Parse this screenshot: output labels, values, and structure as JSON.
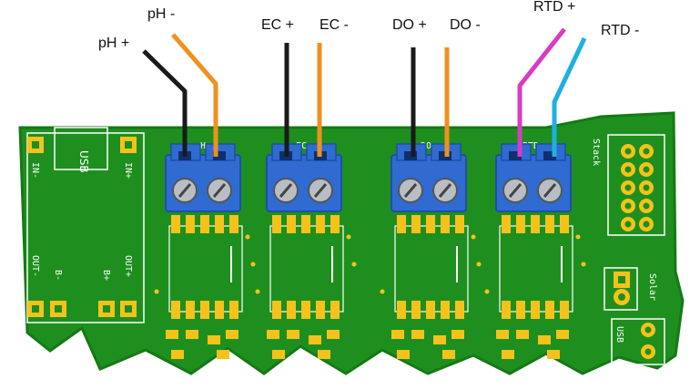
{
  "colors": {
    "board": "#1e8f1e",
    "board_edge": "#157a15",
    "pad": "#f5c21b",
    "terminal": "#2f6bd1",
    "terminal_dark": "#1e4fa8",
    "screw": "#b9bec4",
    "wire_black": "#1a1a1a",
    "wire_orange": "#f0901e",
    "wire_magenta": "#d63cc6",
    "wire_cyan": "#1fb0e0",
    "silk": "#ffffff"
  },
  "wires": [
    {
      "label": "pH +",
      "color": "black"
    },
    {
      "label": "pH -",
      "color": "orange"
    },
    {
      "label": "EC +",
      "color": "black"
    },
    {
      "label": "EC -",
      "color": "orange"
    },
    {
      "label": "DO +",
      "color": "black"
    },
    {
      "label": "DO -",
      "color": "orange"
    },
    {
      "label": "RTD +",
      "color": "magenta"
    },
    {
      "label": "RTD -",
      "color": "cyan"
    }
  ],
  "silkscreen": {
    "usb": "USB",
    "in_minus": "IN-",
    "in_plus": "IN+",
    "out_minus": "OUT-",
    "b_minus": "B-",
    "b_plus": "B+",
    "out_plus": "OUT+",
    "ph": "pH",
    "ec": "EC",
    "do": "DO",
    "rtd": "RTD",
    "stack": "Stack",
    "solar": "Solar",
    "usb_small": "USB"
  },
  "icons": {
    "terminal_block": "screw-terminal-icon",
    "chip": "ic-chip-icon",
    "header": "pin-header-icon"
  }
}
